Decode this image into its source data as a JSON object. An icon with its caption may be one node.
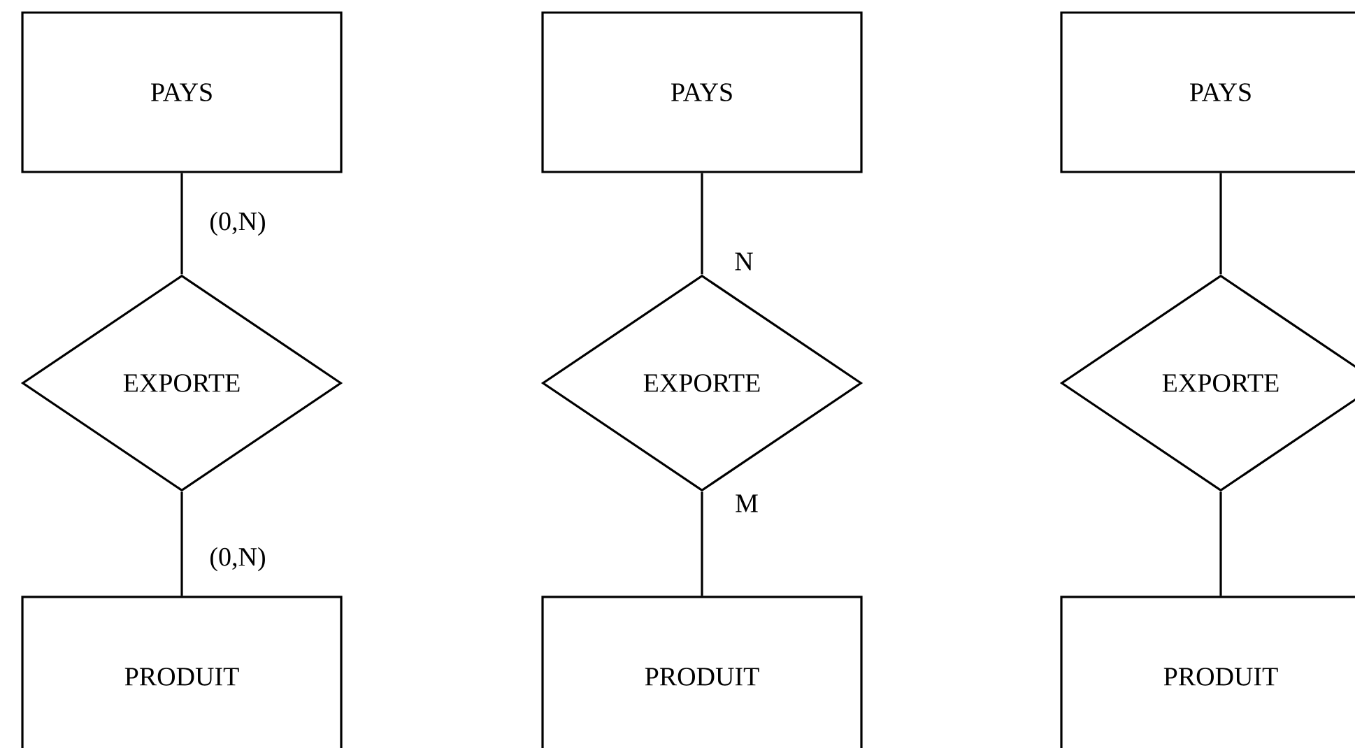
{
  "diagram": {
    "nodes": [
      {
        "text": [
          "PAYS"
        ]
      },
      {
        "text": [
          "EXPORTE"
        ]
      },
      {
        "text": [
          "PRODUIT"
        ]
      },
      {
        "text": [
          "PAYS"
        ]
      },
      {
        "text": [
          "EXPORTE"
        ]
      },
      {
        "text": [
          "PRODUIT"
        ]
      },
      {
        "text": [
          "PAYS"
        ]
      },
      {
        "text": [
          "EXPORTE"
        ]
      },
      {
        "text": [
          "PRODUIT"
        ]
      }
    ],
    "edges": [
      {
        "from": 0,
        "to": 1,
        "arrow": "none",
        "label": "(0,N)"
      },
      {
        "from": 1,
        "to": 2,
        "arrow": "none",
        "label": "(0,N)"
      },
      {
        "from": 3,
        "to": 4,
        "arrow": "none",
        "label": "N"
      },
      {
        "from": 4,
        "to": 5,
        "arrow": "none",
        "label": "M"
      },
      {
        "from": 6,
        "to": 7,
        "arrow": "none"
      },
      {
        "from": 7,
        "to": 8,
        "arrow": "none"
      }
    ]
  }
}
